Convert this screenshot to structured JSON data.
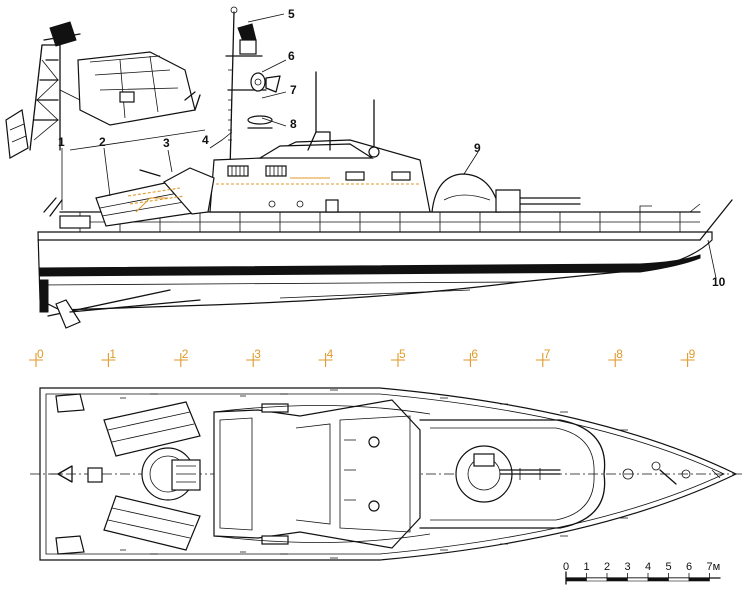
{
  "callouts": {
    "c1": "1",
    "c2": "2",
    "c3": "3",
    "c4": "4",
    "c5": "5",
    "c6": "6",
    "c7": "7",
    "c8": "8",
    "c9": "9",
    "c10": "10"
  },
  "frames": [
    "0",
    "1",
    "2",
    "3",
    "4",
    "5",
    "6",
    "7",
    "8",
    "9"
  ],
  "scale": {
    "ticks": [
      "0",
      "1",
      "2",
      "3",
      "4",
      "5",
      "6",
      "7м"
    ]
  },
  "colors": {
    "line": "#111111",
    "frame_marks": "#e09a2a",
    "paper": "#ffffff"
  }
}
